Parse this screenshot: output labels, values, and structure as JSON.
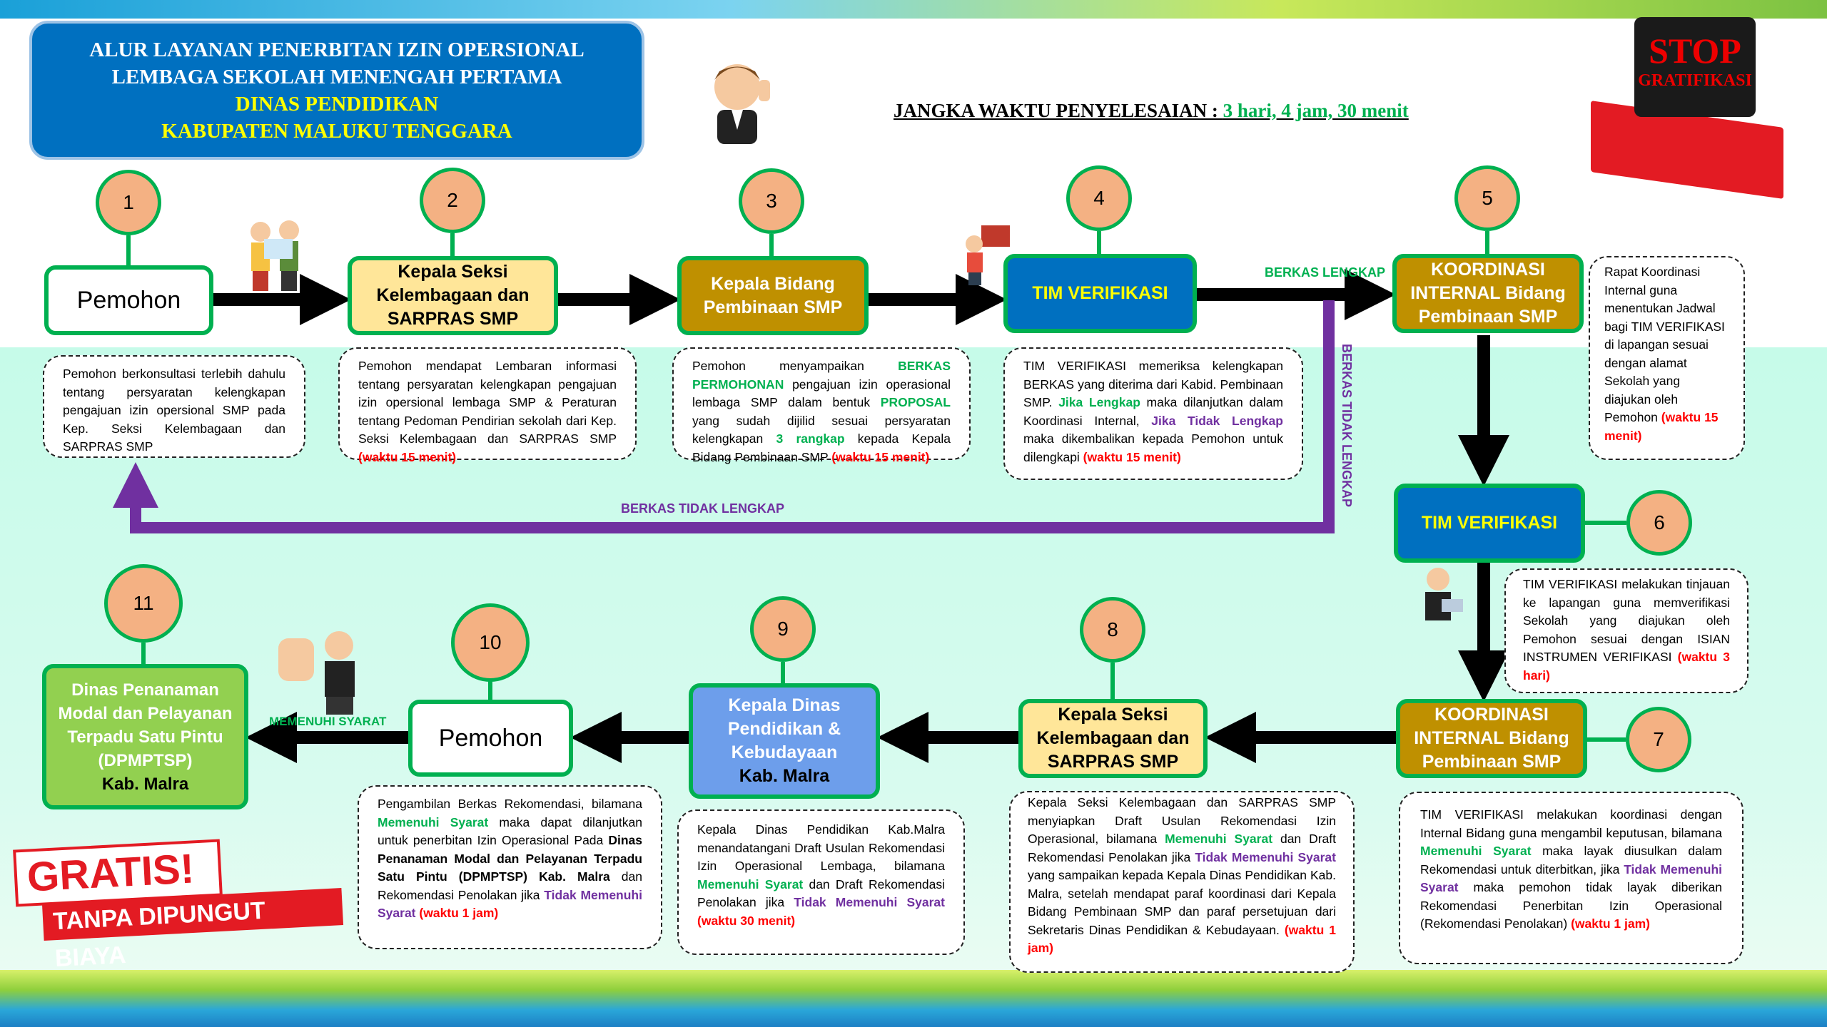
{
  "title": {
    "line1": "ALUR LAYANAN PENERBITAN IZIN OPERSIONAL",
    "line2": "LEMBAGA SEKOLAH MENENGAH PERTAMA",
    "line3": "DINAS PENDIDIKAN",
    "line4": "KABUPATEN MALUKU TENGGARA"
  },
  "jangka": {
    "label": "JANGKA WAKTU PENYELESAIAN : ",
    "value": "3 hari, 4 jam, 30 menit"
  },
  "stop": {
    "text1": "STOP",
    "text2": "GRATIFIKASI"
  },
  "gratis": {
    "text1": "GRATIS!",
    "text2": "TANPA DIPUNGUT BIAYA"
  },
  "labels": {
    "berkas_lengkap": "BERKAS LENGKAP",
    "berkas_tidak_lengkap": "BERKAS TIDAK LENGKAP",
    "berkas_tidak_lengkap_v": "BERKAS TIDAK LENGKAP",
    "memenuhi_syarat": "MEMENUHI SYARAT"
  },
  "colors": {
    "green": "#00B050",
    "purple": "#7030A0",
    "red": "#FF0000",
    "blue": "#0070C0",
    "gold": "#BF9000",
    "yellow": "#FFE699"
  },
  "steps": [
    {
      "num": "1",
      "box": "Pemohon",
      "desc": [
        [
          "Pemohon berkonsultasi terlebih dahulu tentang persyaratan kelengkapan pengajuan izin opersional SMP pada Kep. Seksi Kelembagaan dan SARPRAS SMP",
          ""
        ]
      ]
    },
    {
      "num": "2",
      "box": "Kepala Seksi Kelembagaan dan SARPRAS SMP",
      "desc": [
        [
          "Pemohon mendapat Lembaran informasi tentang persyaratan kelengkapan pengajuan izin opersional lembaga SMP & Peraturan tentang Pedoman Pendirian sekolah dari Kep. Seksi Kelembagaan dan SARPRAS SMP ",
          ""
        ],
        [
          "(waktu 15 menit)",
          "r"
        ]
      ]
    },
    {
      "num": "3",
      "box": "Kepala Bidang Pembinaan SMP",
      "desc": [
        [
          "Pemohon menyampaikan ",
          ""
        ],
        [
          "BERKAS PERMOHONAN",
          "g"
        ],
        [
          " pengajuan izin operasional lembaga SMP dalam bentuk ",
          ""
        ],
        [
          "PROPOSAL",
          "g"
        ],
        [
          " yang sudah dijilid sesuai persyaratan kelengkapan ",
          ""
        ],
        [
          "3 rangkap",
          "g"
        ],
        [
          " kepada Kepala Bidang Pembinaan SMP ",
          ""
        ],
        [
          "(waktu 15 menit)",
          "r"
        ]
      ]
    },
    {
      "num": "4",
      "box": "TIM VERIFIKASI",
      "desc": [
        [
          "TIM VERIFIKASI memeriksa kelengkapan BERKAS yang diterima dari Kabid. Pembinaan SMP. ",
          ""
        ],
        [
          "Jika Lengkap",
          "g"
        ],
        [
          " maka dilanjutkan dalam Koordinasi Internal, ",
          ""
        ],
        [
          "Jika Tidak Lengkap",
          "p"
        ],
        [
          " maka dikembalikan kepada Pemohon untuk dilengkapi ",
          ""
        ],
        [
          "(waktu 15 menit)",
          "r"
        ]
      ]
    },
    {
      "num": "5",
      "box": "KOORDINASI INTERNAL Bidang Pembinaan SMP",
      "desc": [
        [
          "Rapat Koordinasi Internal guna menentukan Jadwal bagi TIM VERIFIKASI di lapangan sesuai dengan alamat Sekolah yang diajukan oleh Pemohon ",
          ""
        ],
        [
          "(waktu 15 menit)",
          "r"
        ]
      ]
    },
    {
      "num": "6",
      "box": "TIM VERIFIKASI",
      "desc": [
        [
          "TIM VERIFIKASI melakukan tinjauan ke lapangan guna memverifikasi Sekolah yang diajukan oleh Pemohon sesuai dengan ISIAN INSTRUMEN VERIFIKASI ",
          ""
        ],
        [
          "(waktu 3 hari)",
          "r"
        ]
      ]
    },
    {
      "num": "7",
      "box": "KOORDINASI INTERNAL Bidang Pembinaan SMP",
      "desc": [
        [
          "TIM VERIFIKASI melakukan koordinasi dengan Internal Bidang guna mengambil keputusan, bilamana ",
          ""
        ],
        [
          "Memenuhi Syarat",
          "g"
        ],
        [
          " maka layak diusulkan dalam Rekomendasi untuk diterbitkan, jika ",
          ""
        ],
        [
          "Tidak Memenuhi Syarat",
          "p"
        ],
        [
          " maka pemohon tidak layak diberikan Rekomendasi Penerbitan Izin Operasional (Rekomendasi Penolakan) ",
          ""
        ],
        [
          "(waktu 1 jam)",
          "r"
        ]
      ]
    },
    {
      "num": "8",
      "box": "Kepala Seksi Kelembagaan dan SARPRAS SMP",
      "desc": [
        [
          "Kepala Seksi Kelembagaan dan SARPRAS SMP menyiapkan Draft Usulan Rekomendasi Izin Operasional, bilamana ",
          ""
        ],
        [
          "Memenuhi Syarat",
          "g"
        ],
        [
          " dan Draft Rekomendasi Penolakan jika ",
          ""
        ],
        [
          "Tidak Memenuhi Syarat",
          "p"
        ],
        [
          " yang sampaikan kepada Kepala Dinas Pendidikan Kab. Malra, setelah mendapat paraf koordinasi dari Kepala Bidang Pembinaan SMP dan paraf persetujuan dari Sekretaris Dinas Pendidikan & Kebudayaan. ",
          ""
        ],
        [
          "(waktu 1 jam)",
          "r"
        ]
      ]
    },
    {
      "num": "9",
      "box": "Kepala Dinas Pendidikan & Kebudayaan",
      "box_sub": "Kab. Malra",
      "desc": [
        [
          "Kepala Dinas Pendidikan Kab.Malra menandatangani Draft Usulan Rekomendasi Izin Operasional Lembaga, bilamana ",
          ""
        ],
        [
          "Memenuhi Syarat",
          "g"
        ],
        [
          " dan Draft Rekomendasi Penolakan jika ",
          ""
        ],
        [
          "Tidak Memenuhi Syarat",
          "p"
        ],
        [
          " ",
          ""
        ],
        [
          "(waktu 30 menit)",
          "r"
        ]
      ]
    },
    {
      "num": "10",
      "box": "Pemohon",
      "desc": [
        [
          "Pengambilan Berkas Rekomendasi, bilamana ",
          ""
        ],
        [
          "Memenuhi Syarat",
          "g"
        ],
        [
          " maka dapat dilanjutkan untuk penerbitan Izin Operasional Pada ",
          ""
        ],
        [
          "Dinas Penanaman Modal dan Pelayanan Terpadu Satu Pintu (DPMPTSP) Kab. Malra",
          "b"
        ],
        [
          " dan Rekomendasi Penolakan jika ",
          ""
        ],
        [
          "Tidak Memenuhi Syarat",
          "p"
        ],
        [
          " ",
          ""
        ],
        [
          "(waktu 1 jam)",
          "r"
        ]
      ]
    },
    {
      "num": "11",
      "box": "Dinas Penanaman Modal dan Pelayanan Terpadu Satu Pintu (DPMPTSP)",
      "box_sub": "Kab. Malra"
    }
  ]
}
